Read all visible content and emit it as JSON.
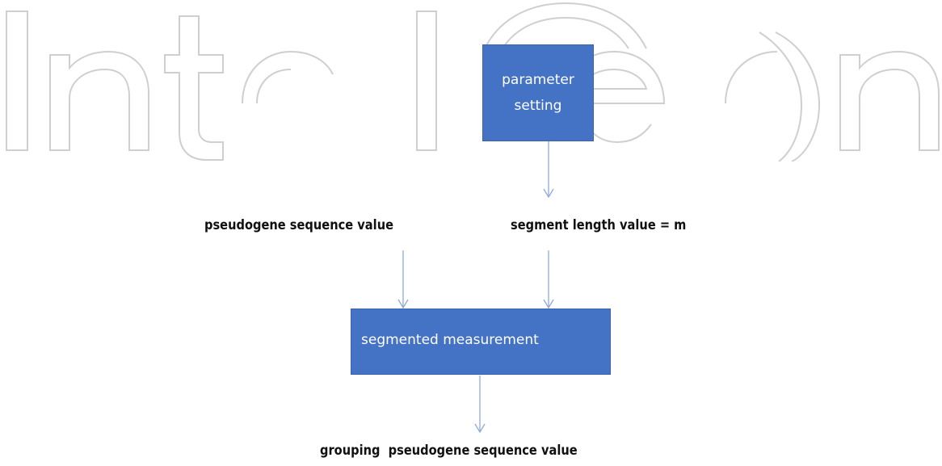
{
  "watermark": {
    "text": "IntechOpen"
  },
  "nodes": {
    "parameter_setting": {
      "line1": "parameter",
      "line2": "setting"
    },
    "pseudogene_sequence_value": "pseudogene sequence value",
    "segment_length_value": "segment length value = m",
    "segmented_measurement": "segmented measurement",
    "grouping_output": "grouping  pseudogene sequence value"
  },
  "colors": {
    "box_fill": "#4472c4",
    "box_text": "#ffffff",
    "arrow": "#8ea9db",
    "watermark": "#c8c8c8"
  }
}
